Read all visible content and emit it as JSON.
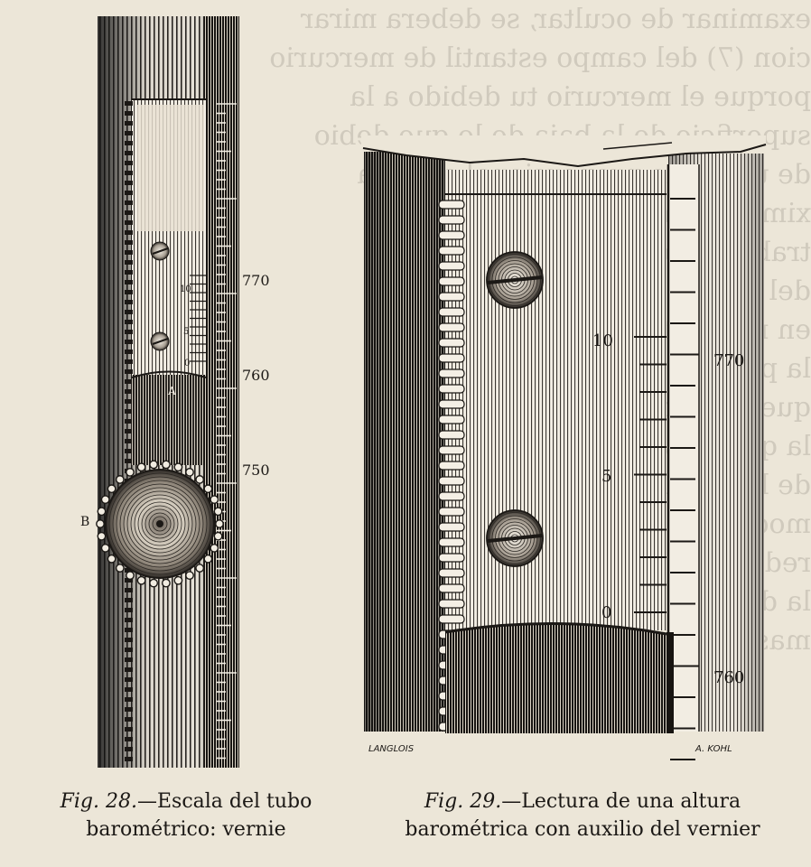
{
  "background_text": [
    "examinar de ocultar, se debera mirar",
    "cion (7) del campo estantil de mercurio",
    "porque el mercurio tu debido a la",
    "superficie de la baja de lo que debio",
    "de un modo proporcional a la ma",
    "xima de vacia donde se fija",
    "trabajo mide que la",
    "del tubo.",
    "en nivel cifra",
    "la presion",
    "que se toma el",
    "la que de valor",
    "de la escala el",
    "modo que",
    "reducida",
    "la del",
    "mas al barometro Fortin"
  ],
  "fig28": {
    "scale_labels": [
      "770",
      "760",
      "750"
    ],
    "vernier_labels": [
      "10",
      "5",
      "0"
    ],
    "label_a": "A",
    "label_b": "B",
    "caption_fig": "Fig. 28.",
    "caption_rest": "—Escala del tubo",
    "caption_line2": "barométrico: vernie"
  },
  "fig29": {
    "vernier_labels": [
      "10",
      "5",
      "0"
    ],
    "scale_labels": [
      "770",
      "760"
    ],
    "signature_left": "LANGLOIS",
    "signature_right": "A. KOHL",
    "caption_fig": "Fig. 29.",
    "caption_rest": "—Lectura de una altura",
    "caption_line2": "barométrica con auxilio del vernier"
  }
}
